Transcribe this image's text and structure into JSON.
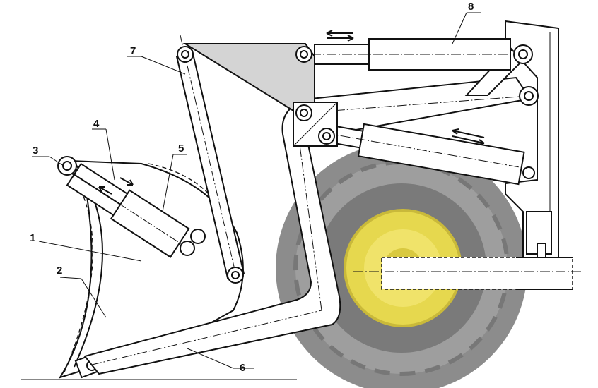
{
  "diagram": {
    "labels": [
      "1",
      "2",
      "3",
      "4",
      "5",
      "6",
      "7",
      "8"
    ],
    "colors": {
      "tire": "#8c8c8c",
      "tire_dark": "#6e6e6e",
      "rim": "#e6d84e",
      "plate": "#d4d4d4",
      "line": "#111111"
    }
  }
}
